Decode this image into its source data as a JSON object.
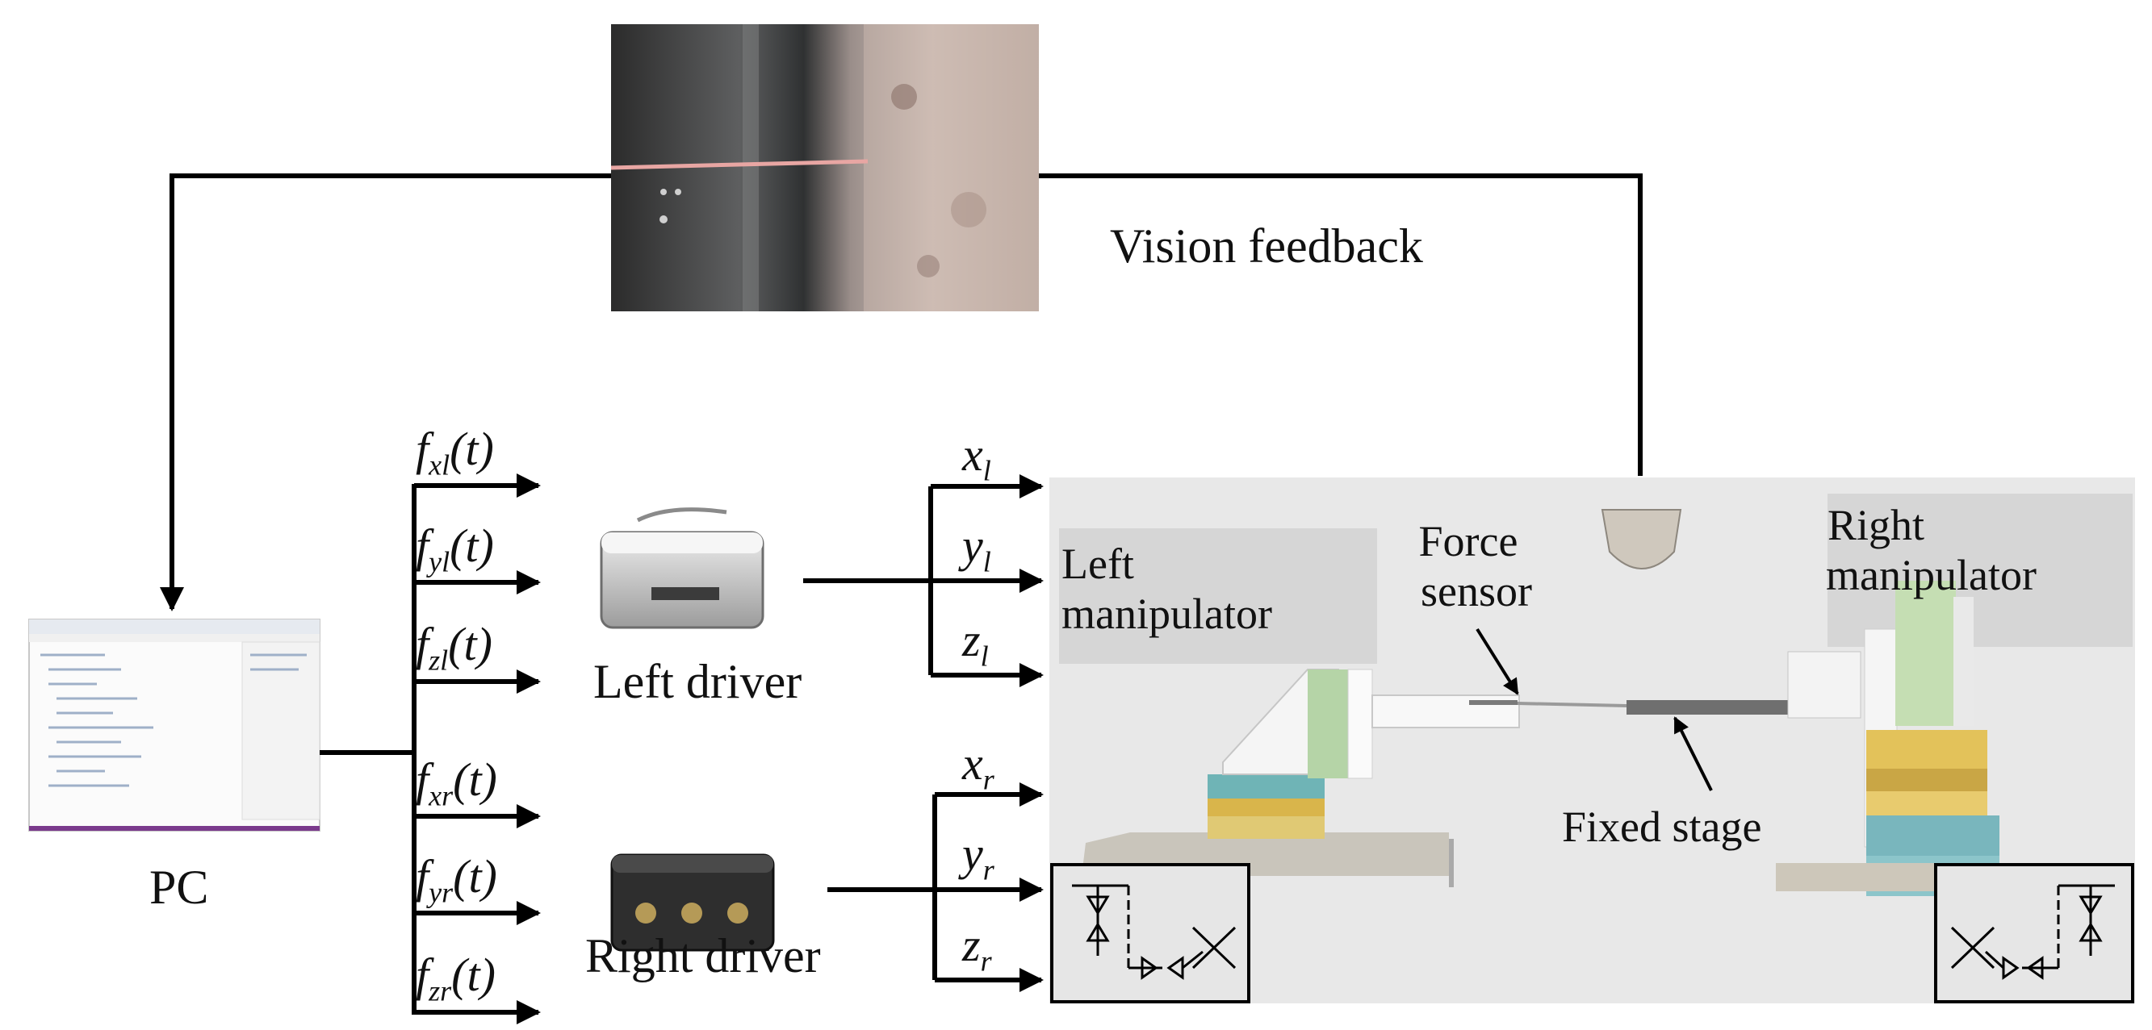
{
  "labels": {
    "vision_feedback": "Vision feedback",
    "pc": "PC",
    "left_driver": "Left  driver",
    "right_driver": "Right driver",
    "left_manipulator_1": "Left",
    "left_manipulator_2": "manipulator",
    "right_manipulator_1": "Right",
    "right_manipulator_2": "manipulator",
    "force_sensor_1": "Force",
    "force_sensor_2": "sensor",
    "fixed_stage": "Fixed stage"
  },
  "signals": {
    "fxl": {
      "base": "f",
      "sub": "xl",
      "arg": "(t)"
    },
    "fyl": {
      "base": "f",
      "sub": "yl",
      "arg": "(t)"
    },
    "fzl": {
      "base": "f",
      "sub": "zl",
      "arg": "(t)"
    },
    "fxr": {
      "base": "f",
      "sub": "xr",
      "arg": "(t)"
    },
    "fyr": {
      "base": "f",
      "sub": "yr",
      "arg": "(t)"
    },
    "fzr": {
      "base": "f",
      "sub": "zr",
      "arg": "(t)"
    }
  },
  "outputs": {
    "xl": {
      "base": "x",
      "sub": "l"
    },
    "yl": {
      "base": "y",
      "sub": "l"
    },
    "zl": {
      "base": "z",
      "sub": "l"
    },
    "xr": {
      "base": "x",
      "sub": "r"
    },
    "yr": {
      "base": "y",
      "sub": "r"
    },
    "zr": {
      "base": "z",
      "sub": "r"
    }
  },
  "colors": {
    "line": "#000000",
    "scene_background": "#e8e8e8",
    "stage_teal": "#79b6bd",
    "stage_yellow": "#e3c25a",
    "stage_green": "#c5deb3"
  }
}
